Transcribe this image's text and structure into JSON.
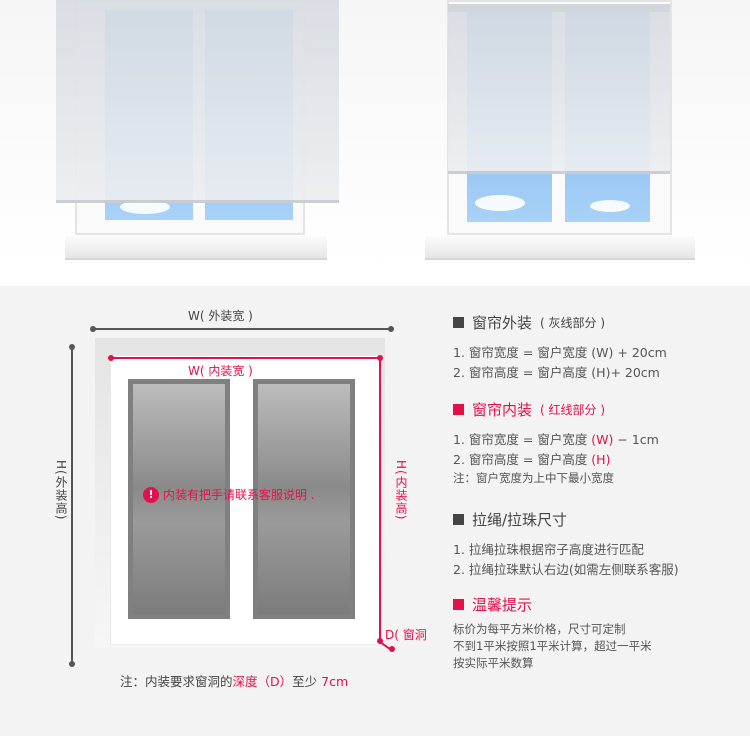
{
  "diagram": {
    "outer_width_label": "W( 外装宽 )",
    "inner_width_label": "W( 内装宽 )",
    "outer_height_label": "H(外装高)",
    "inner_height_label": "H(内装高)",
    "depth_label": "D( 窗洞",
    "warning": "内装有把手请联系客服说明 .",
    "footnote_prefix": "注：内装要求窗洞的",
    "footnote_highlight": "深度（D）",
    "footnote_mid": "至少",
    "footnote_value": "7cm"
  },
  "sections": {
    "outer": {
      "title": "窗帘外装",
      "sub": "( 灰线部分 )",
      "lines": [
        "1. 窗帘宽度 = 窗户宽度 (W) + 20cm",
        "2. 窗帘高度 = 窗户高度 (H)+ 20cm"
      ]
    },
    "inner": {
      "title": "窗帘内装",
      "sub": "( 红线部分 )",
      "line1_a": "1. 窗帘宽度 = 窗户宽度 ",
      "line1_b": "(W)",
      "line1_c": " − 1cm",
      "line2_a": "2. 窗帘高度 = 窗户高度 ",
      "line2_b": "(H)",
      "note": "注：窗户宽度为上中下最小宽度"
    },
    "cord": {
      "title": "拉绳/拉珠尺寸",
      "lines": [
        "1. 拉绳拉珠根据帘子高度进行匹配",
        "2. 拉绳拉珠默认右边(如需左侧联系客服)"
      ]
    },
    "tips": {
      "title": "温馨提示",
      "lines": [
        "标价为每平方米价格，尺寸可定制",
        "不到1平米按照1平米计算，超过一平米",
        "按实际平米数算"
      ]
    }
  },
  "colors": {
    "accent": "#e4104b",
    "dark": "#444444"
  }
}
